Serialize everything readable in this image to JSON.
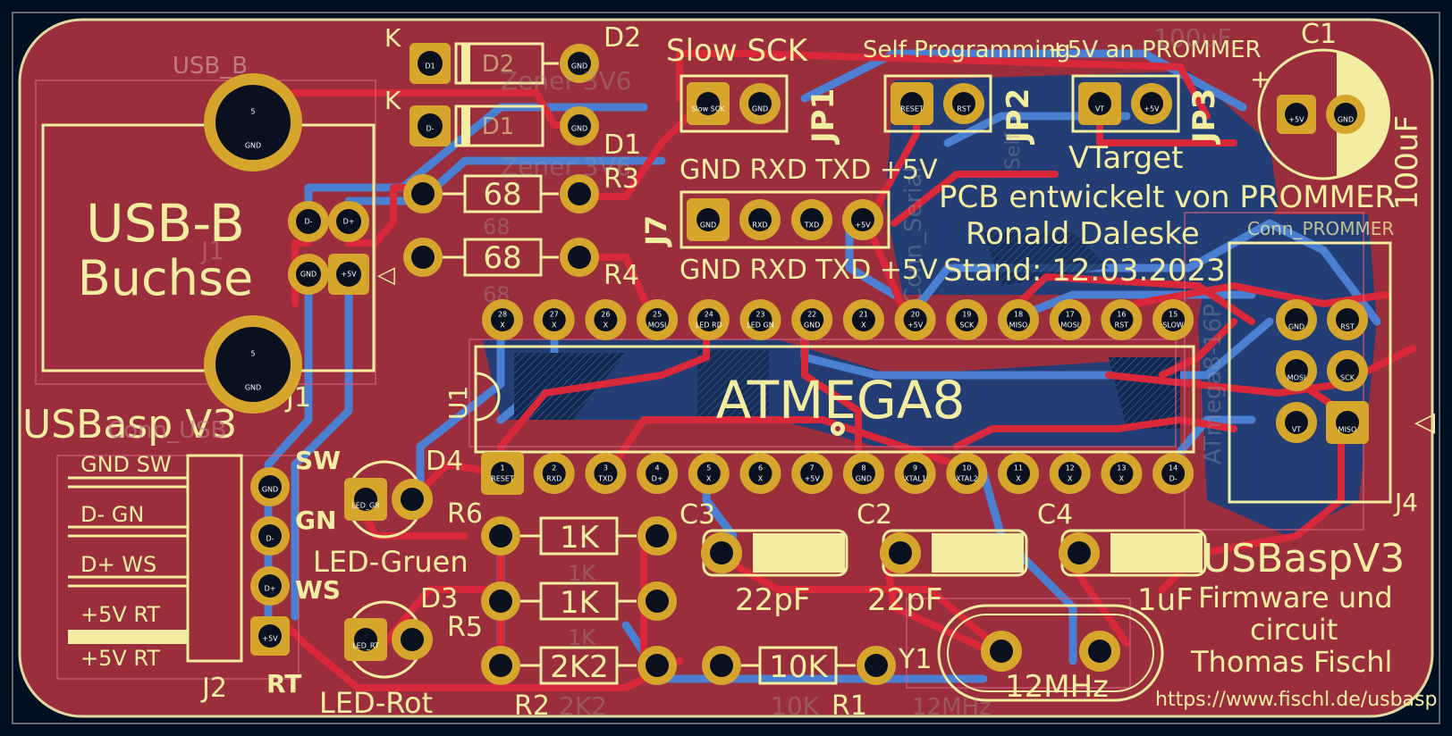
{
  "labels": {
    "j1_ref": "J1",
    "j1_name": "USB_B",
    "usb_title": "USB-B",
    "usb_sub": "Buchse",
    "mount_num": "5",
    "mount_net": "GND",
    "board_name": "USBasp V3",
    "conn_usb": "Conn_USB",
    "j2_ref": "J2",
    "j2_rows": [
      "GND SW",
      "D- GN",
      "D+ WS",
      "+5V RT",
      "+5V RT"
    ],
    "sw": "SW",
    "gn": "GN",
    "ws": "WS",
    "rt": "RT",
    "d1": "D1",
    "d2": "D2",
    "k": "K",
    "zener": "Zener 3V6",
    "r3": "R3",
    "r4": "R4",
    "r5": "R5",
    "r6": "R6",
    "r1": "R1",
    "r2": "R2",
    "v68": "68",
    "v1k": "1K",
    "v2k2": "2K2",
    "v10k": "10K",
    "slow_sck": "Slow SCK",
    "jp1": "JP1",
    "jp2": "JP2",
    "jp3": "JP3",
    "j7": "J7",
    "j4": "J4",
    "self_prog": "Self Programming",
    "plus5v_prommer": "+5V an PROMMER",
    "vtarget": "VTarget",
    "c1": "C1",
    "c2": "C2",
    "c3": "C3",
    "c4": "C4",
    "v100uf": "100uF",
    "serial_hdr": "GND RXD TXD +5V",
    "pcb_by": "PCB entwickelt von PROMMER",
    "author": "Ronald Daleske",
    "date": "Stand: 12.03.2023",
    "conn_prommer": "Conn_PROMMER",
    "atmega": "ATMEGA8",
    "u1": "U1",
    "d3": "D3",
    "d4": "D4",
    "led_gruen": "LED-Gruen",
    "led_rot": "LED-Rot",
    "v22pf": "22pF",
    "v1uf": "1uF",
    "y1": "Y1",
    "v12mhz": "12MHz",
    "fw_title": "USBaspV3",
    "fw_line1": "Firmware und",
    "fw_line2": "circuit",
    "fw_author": "Thomas Fischl",
    "url": "https://www.fischl.de/usbasp",
    "atmega_fab": "ATmega8-16P",
    "conn_serial": "Conn_Serial",
    "self_fab": "Self",
    "vtarget_fab": "VT",
    "slow_fab": "Slow"
  },
  "pads": {
    "jp1": [
      "Slow SCK",
      "GND"
    ],
    "jp2": [
      "RESET",
      "RST"
    ],
    "jp3": [
      "VT",
      "+5V"
    ],
    "j7": [
      "GND",
      "RXD",
      "TXD",
      "+5V"
    ],
    "usb": [
      "D-",
      "D+",
      "GND",
      "+5V"
    ],
    "j4": [
      "GND",
      "RST",
      "MOSI",
      "SCK",
      "VT",
      "MISO"
    ],
    "j2": [
      "GND",
      "D-",
      "D+",
      "+5V"
    ],
    "c1": [
      "+5V",
      "GND"
    ],
    "u1_top": [
      "X",
      "X",
      "X",
      "MOSI",
      "LED RD",
      "LED GN",
      "GND",
      "X",
      "+5V",
      "SCK",
      "MISO",
      "MOSI",
      "RST",
      "SLOW"
    ],
    "u1_bot": [
      "RESET",
      "RXD",
      "TXD",
      "D+",
      "X",
      "X",
      "+5V",
      "GND",
      "XTAL1",
      "XTAL2",
      "X",
      "X",
      "X",
      "D-"
    ]
  },
  "colors": {
    "board": "#9b2e3d",
    "copper_front": "#c8293a",
    "copper_back": "#4b7fd2",
    "zone_back": "#1c3f77",
    "gold": "#d6a52c",
    "silk": "#f2eda1",
    "background": "#001023"
  }
}
